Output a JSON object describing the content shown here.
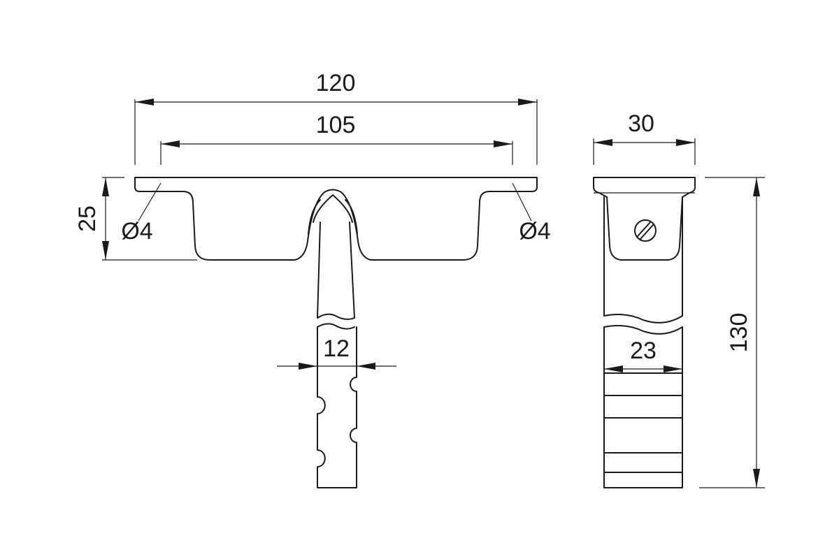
{
  "dimensions": {
    "overall_width": "120",
    "hole_spacing": "105",
    "side_width": "30",
    "height": "25",
    "hole_left": "Ø4",
    "hole_right": "Ø4",
    "bar_width": "12",
    "side_bar_width": "23",
    "overall_length": "130"
  }
}
